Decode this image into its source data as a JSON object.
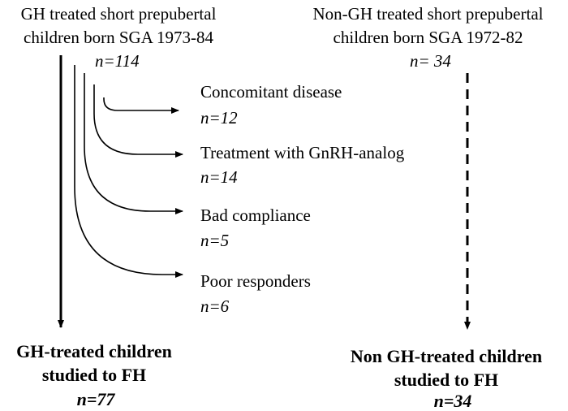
{
  "left_cohort": {
    "line1": "GH treated short prepubertal",
    "line2": "children born SGA 1973-84",
    "n": "n=114"
  },
  "right_cohort": {
    "line1": "Non-GH treated short prepubertal",
    "line2": "children born SGA 1972-82",
    "n": "n= 34"
  },
  "exclusions": [
    {
      "label": "Concomitant disease",
      "n": "n=12"
    },
    {
      "label": "Treatment with GnRH-analog",
      "n": "n=14"
    },
    {
      "label": "Bad compliance",
      "n": "n=5"
    },
    {
      "label": "Poor responders",
      "n": "n=6"
    }
  ],
  "left_outcome": {
    "line1": "GH-treated children",
    "line2": "studied to FH",
    "n": "n=77"
  },
  "right_outcome": {
    "line1": "Non GH-treated children",
    "line2": "studied to FH",
    "n": "n=34"
  }
}
